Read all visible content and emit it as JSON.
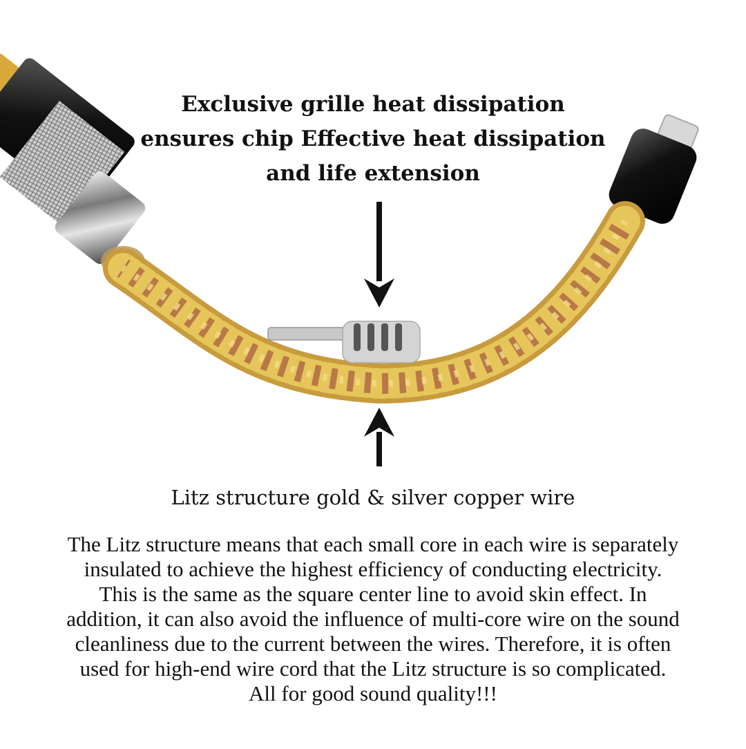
{
  "headline": {
    "lines": [
      "Exclusive grille heat dissipation",
      "ensures chip Effective heat dissipation",
      "and life extension"
    ]
  },
  "subcaption": "Litz structure gold & silver copper wire",
  "body": {
    "lines": [
      "The Litz structure means that each small core in each wire is separately",
      "insulated to achieve the highest efficiency of conducting electricity.",
      "This is the same as the square center line to avoid skin effect. In",
      "addition, it can also avoid the influence of multi-core wire on the sound",
      "cleanliness due to the current between the wires. Therefore, it is often",
      "used for high-end wire cord that the Litz structure is so complicated.",
      "All for good sound quality!!!"
    ]
  },
  "colors": {
    "background": "#ffffff",
    "text": "#111111",
    "gold": "#d8b23a",
    "copper": "#b87848",
    "chrome": "#8a8a8a",
    "grille": "#d4d4d4"
  },
  "icons": [
    "down-arrow-icon",
    "up-arrow-icon"
  ]
}
